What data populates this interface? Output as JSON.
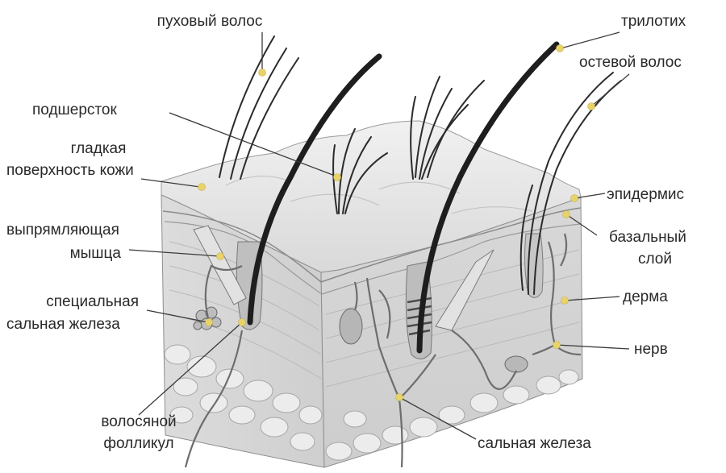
{
  "labels": {
    "down_hair": "пуховый волос",
    "underfur": "подшерсток",
    "smooth_skin_line1": "гладкая",
    "smooth_skin_line2": "поверхность кожи",
    "arrector_line1": "выпрямляющая",
    "arrector_line2": "мышца",
    "special_gland_line1": "специальная",
    "special_gland_line2": "сальная железа",
    "follicle_line1": "волосяной",
    "follicle_line2": "фолликул",
    "trilotich": "трилотих",
    "guard_hair": "остевой волос",
    "epidermis": "эпидермис",
    "basal_line1": "базальный",
    "basal_line2": "слой",
    "dermis": "дерма",
    "nerve": "нерв",
    "sebaceous_gland": "сальная железа"
  },
  "colors": {
    "marker": "#e8d36a",
    "hair": "#1e1e1e",
    "skin_top": "#e3e3e3",
    "dermis": "#d6d6d6",
    "fat": "#e9e9e9"
  }
}
